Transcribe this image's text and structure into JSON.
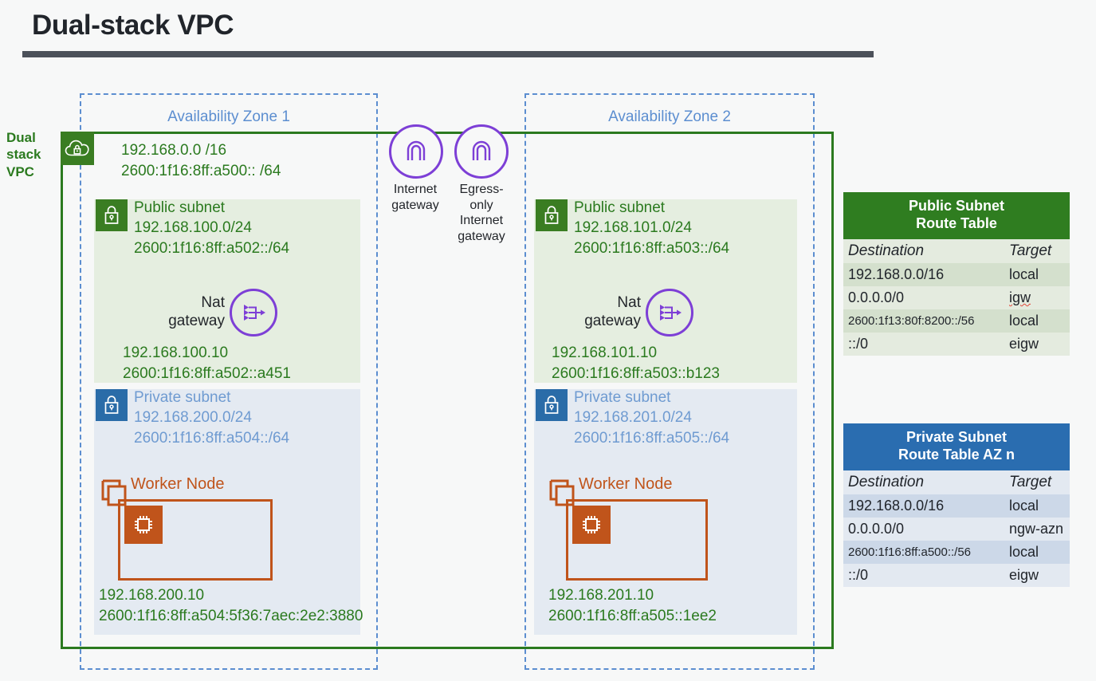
{
  "title": "Dual-stack VPC",
  "vpc": {
    "label": "Dual stack VPC",
    "label_line1": "Dual",
    "label_line2": "stack",
    "label_line3": "VPC",
    "icon": "vpc-cloud-lock-icon",
    "cidr_ipv4": "192.168.0.0 /16",
    "cidr_ipv6": "2600:1f16:8ff:a500:: /64",
    "border_color": "#2b7a1f"
  },
  "gateways": [
    {
      "name": "internet-gateway",
      "label_line1": "Internet",
      "label_line2": "gateway",
      "label_line3": "",
      "icon": "internet-gateway-icon",
      "color": "#7d3fd6"
    },
    {
      "name": "egress-only-internet-gateway",
      "label_line1": "Egress-only",
      "label_line2": "Internet",
      "label_line3": "gateway",
      "icon": "egress-only-internet-gateway-icon",
      "color": "#7d3fd6"
    }
  ],
  "zones": [
    {
      "title": "Availability Zone 1",
      "public_subnet": {
        "name": "Public subnet",
        "cidr_ipv4": "192.168.100.0/24",
        "cidr_ipv6": "2600:1f16:8ff:a502::/64",
        "nat": {
          "label_line1": "Nat",
          "label_line2": "gateway",
          "icon": "nat-gateway-icon",
          "ipv4": "192.168.100.10",
          "ipv6": "2600:1f16:8ff:a502::a451"
        }
      },
      "private_subnet": {
        "name": "Private subnet",
        "cidr_ipv4": "192.168.200.0/24",
        "cidr_ipv6": "2600:1f16:8ff:a504::/64",
        "worker": {
          "label": "Worker Node",
          "icon": "worker-node-group-icon",
          "chip_icon": "compute-chip-icon",
          "ipv4": "192.168.200.10",
          "ipv6": "2600:1f16:8ff:a504:5f36:7aec:2e2:3880"
        }
      }
    },
    {
      "title": "Availability Zone 2",
      "public_subnet": {
        "name": "Public subnet",
        "cidr_ipv4": "192.168.101.0/24",
        "cidr_ipv6": "2600:1f16:8ff:a503::/64",
        "nat": {
          "label_line1": "Nat",
          "label_line2": "gateway",
          "icon": "nat-gateway-icon",
          "ipv4": "192.168.101.10",
          "ipv6": "2600:1f16:8ff:a503::b123"
        }
      },
      "private_subnet": {
        "name": "Private subnet",
        "cidr_ipv4": "192.168.201.0/24",
        "cidr_ipv6": "2600:1f16:8ff:a505::/64",
        "worker": {
          "label": "Worker Node",
          "icon": "worker-node-group-icon",
          "chip_icon": "compute-chip-icon",
          "ipv4": "192.168.201.10",
          "ipv6": "2600:1f16:8ff:a505::1ee2"
        }
      }
    }
  ],
  "route_tables": [
    {
      "name": "public-subnet-route-table",
      "title_line1": "Public Subnet",
      "title_line2": "Route Table",
      "accent": "#2f7d20",
      "columns": [
        "Destination",
        "Target"
      ],
      "rows": [
        {
          "destination": "192.168.0.0/16",
          "target": "local",
          "small": false,
          "misspelled_target": false
        },
        {
          "destination": "0.0.0.0/0",
          "target": "igw",
          "small": false,
          "misspelled_target": true
        },
        {
          "destination": "2600:1f13:80f:8200::/56",
          "target": "local",
          "small": true,
          "misspelled_target": false
        },
        {
          "destination": "::/0",
          "target": "eigw",
          "small": false,
          "misspelled_target": false
        }
      ]
    },
    {
      "name": "private-subnet-route-table",
      "title_line1": "Private Subnet",
      "title_line2": "Route Table AZ n",
      "accent": "#2a6db0",
      "columns": [
        "Destination",
        "Target"
      ],
      "rows": [
        {
          "destination": "192.168.0.0/16",
          "target": "local",
          "small": false,
          "misspelled_target": false
        },
        {
          "destination": "0.0.0.0/0",
          "target": "ngw-azn",
          "small": false,
          "misspelled_target": false
        },
        {
          "destination": "2600:1f16:8ff:a500::/56",
          "target": "local",
          "small": true,
          "misspelled_target": false
        },
        {
          "destination": "::/0",
          "target": "eigw",
          "small": false,
          "misspelled_target": false
        }
      ]
    }
  ]
}
